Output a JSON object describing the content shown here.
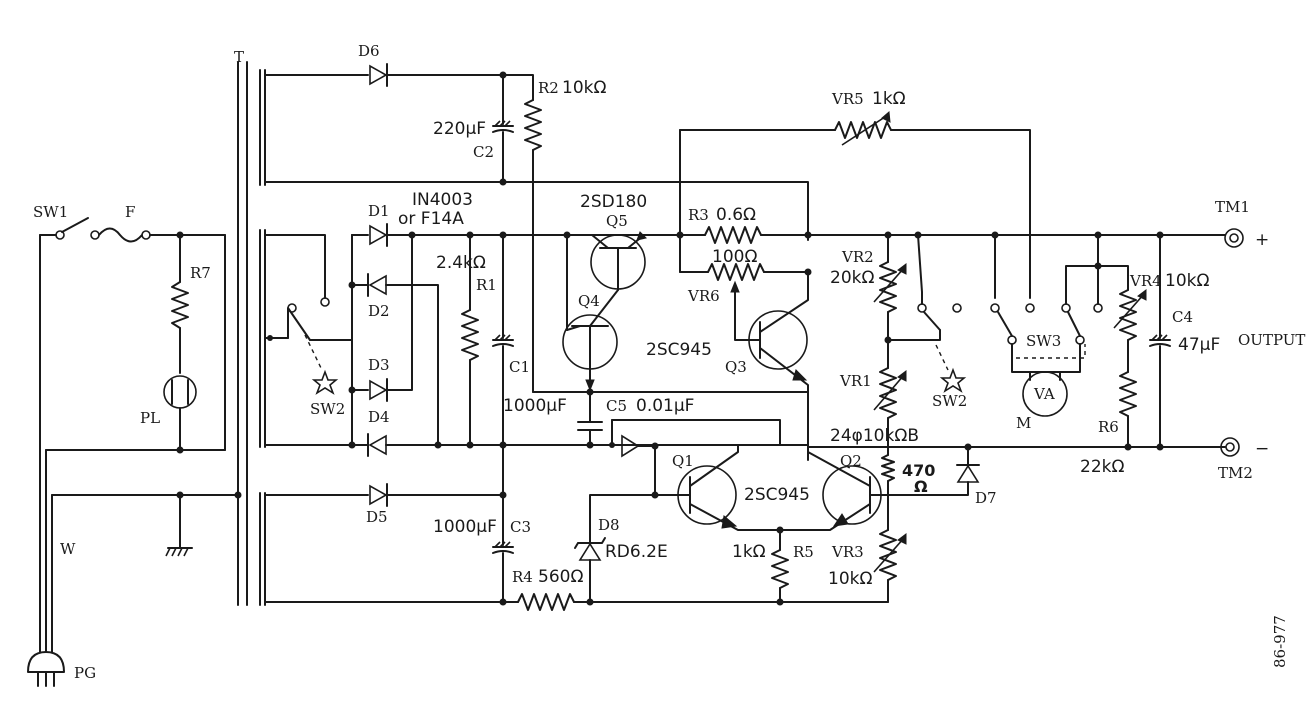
{
  "labels": {
    "T": "T",
    "D6": "D6",
    "R2": "R2",
    "R2_val": "10kΩ",
    "C2_val": "220μF",
    "C2": "C2",
    "VR5": "VR5",
    "VR5_val": "1kΩ",
    "D1": "D1",
    "diode_type": "IN4003",
    "diode_alt": "or F14A",
    "Q5_type": "2SD180",
    "Q5": "Q5",
    "R3": "R3",
    "R3_val": "0.6Ω",
    "R_100": "100Ω",
    "TM1": "TM1",
    "plus": "+",
    "SW1": "SW1",
    "F": "F",
    "R7": "R7",
    "R1_val": "2.4kΩ",
    "R1": "R1",
    "D2": "D2",
    "VR2": "VR2",
    "VR2_val": "20kΩ",
    "VR6": "VR6",
    "VR4": "VR4",
    "VR4_val": "10kΩ",
    "C4": "C4",
    "C4_val": "47μF",
    "output": "OUTPUT",
    "Q4": "Q4",
    "C1": "C1",
    "Q3_type": "2SC945",
    "Q3": "Q3",
    "SW3": "SW3",
    "D3": "D3",
    "SW2_left": "SW2",
    "SW2_right": "SW2",
    "VR1": "VR1",
    "VA": "VA",
    "M": "M",
    "PL": "PL",
    "D4": "D4",
    "C1_val": "1000μF",
    "C5": "C5",
    "C5_val": "0.01μF",
    "R6": "R6",
    "VR1_val": "24φ10kΩB",
    "minus": "−",
    "Q1": "Q1",
    "Q2": "Q2",
    "R_470": "470",
    "R_470_unit": "Ω",
    "R6_val": "22kΩ",
    "TM2": "TM2",
    "Q1Q2_type": "2SC945",
    "D7": "D7",
    "D5": "D5",
    "C3_val": "1000μF",
    "C3": "C3",
    "D8": "D8",
    "D8_type": "RD6.2E",
    "R5_val": "1kΩ",
    "R5": "R5",
    "VR3": "VR3",
    "W": "W",
    "R4": "R4",
    "R4_val": "560Ω",
    "VR3_val": "10kΩ",
    "PG": "PG",
    "figure_number": "86-977"
  }
}
